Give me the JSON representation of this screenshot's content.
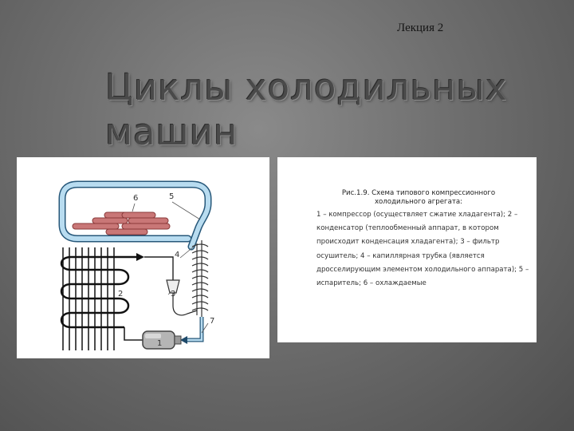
{
  "slide": {
    "lecture_label": "Лекция 2",
    "title": "Циклы холодильных машин"
  },
  "diagram": {
    "callouts": {
      "c1": "1",
      "c2": "2",
      "c3": "3",
      "c4": "4",
      "c5": "5",
      "c6": "6",
      "c7": "7"
    }
  },
  "caption": {
    "title": "Рис.1.9. Схема типового компрессионного холодильного агрегата:",
    "body": "1 – компрессор (осуществляет сжатие хладагента); 2 – конденсатор (теплообменный аппарат, в котором происходит конденсация хладагента); 3 – фильтр осушитель; 4 – капиллярная трубка (является дросселирующим элементом холодильного аппарата); 5 – испаритель; 6 – охлаждаемые"
  }
}
